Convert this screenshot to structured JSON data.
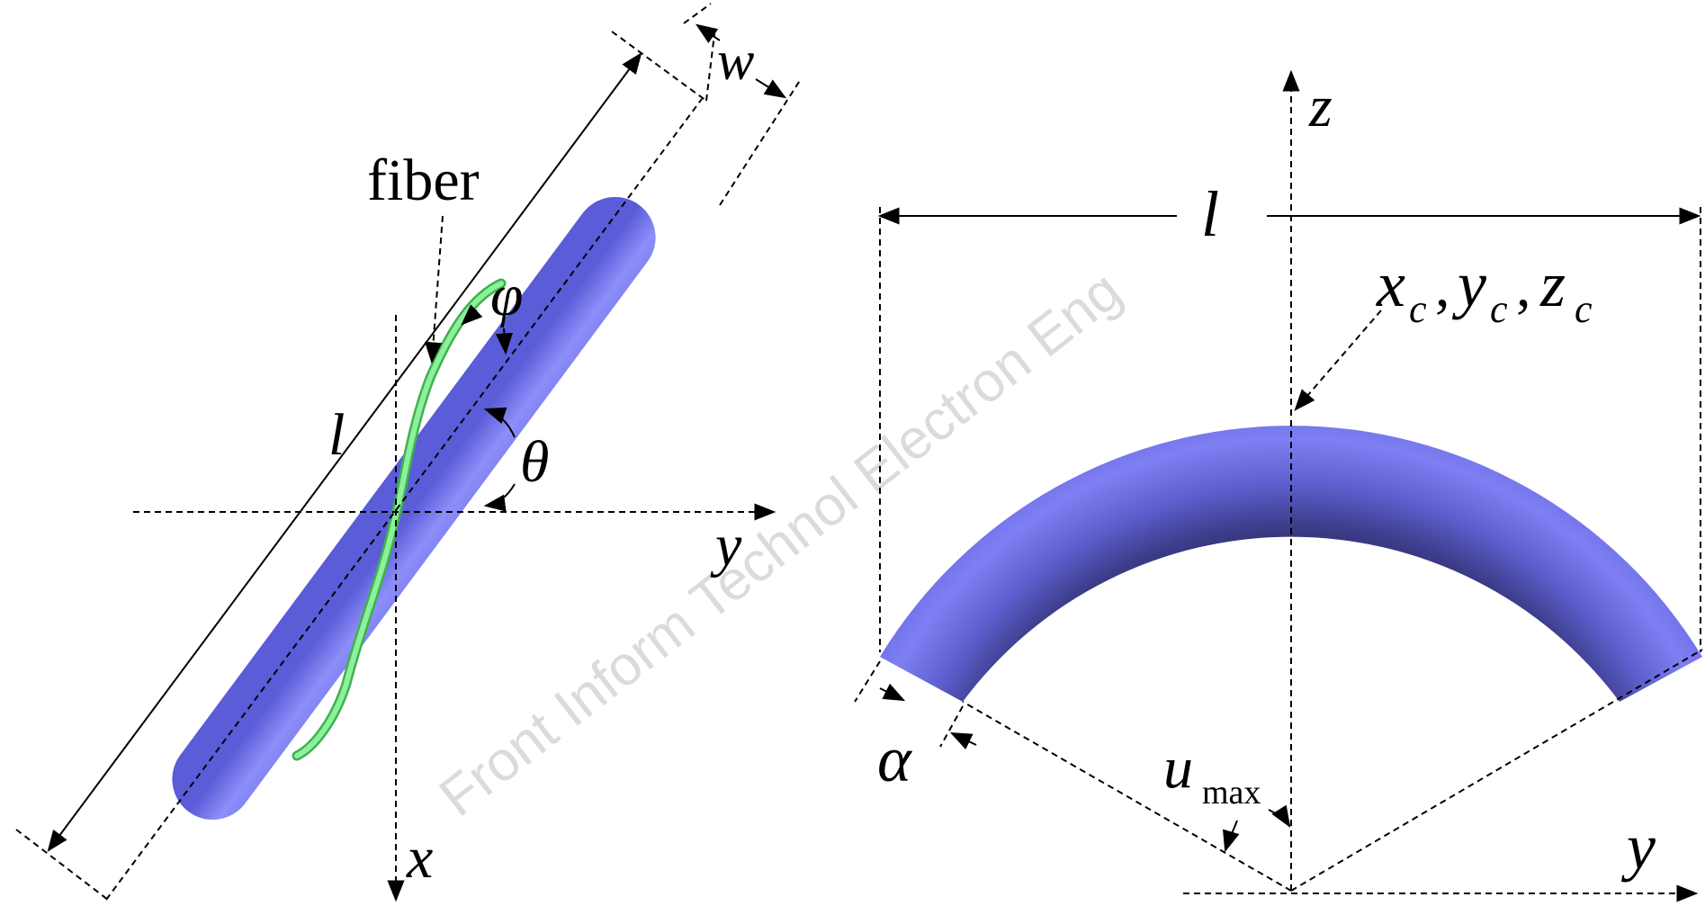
{
  "left_panel": {
    "label_fiber": "fiber",
    "label_w": "w",
    "label_l": "l",
    "label_phi": "φ",
    "label_theta": "θ",
    "label_y": "y",
    "label_x": "x"
  },
  "right_panel": {
    "label_z": "z",
    "label_l": "l",
    "label_xc": "x",
    "label_yc": "y",
    "label_zc": "z",
    "label_sub_c": "c",
    "label_comma": ",",
    "label_alpha": "α",
    "label_u": "u",
    "label_max": "max",
    "label_y": "y"
  },
  "watermark": "Front Inform Technol Electron Eng",
  "colors": {
    "tube_light": "#8b8cf7",
    "tube_mid": "#6e6fe8",
    "tube_dark": "#23234a",
    "fiber": "#7ce68a",
    "line": "#000000"
  }
}
